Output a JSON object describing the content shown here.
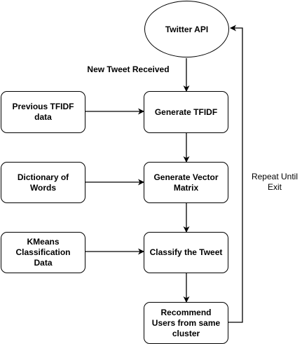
{
  "nodes": {
    "twitter_api": "Twitter API",
    "generate_tfidf": "Generate TFIDF",
    "generate_vector_matrix": "Generate Vector Matrix",
    "classify_tweet": "Classify the Tweet",
    "recommend_users": "Recommend Users from same cluster",
    "previous_tfidf": "Previous TFIDF data",
    "dictionary_words": "Dictionary of Words",
    "kmeans_data": "KMeans Classification Data"
  },
  "edge_labels": {
    "new_tweet": "New Tweet Received",
    "repeat": "Repeat Until\nExit"
  }
}
